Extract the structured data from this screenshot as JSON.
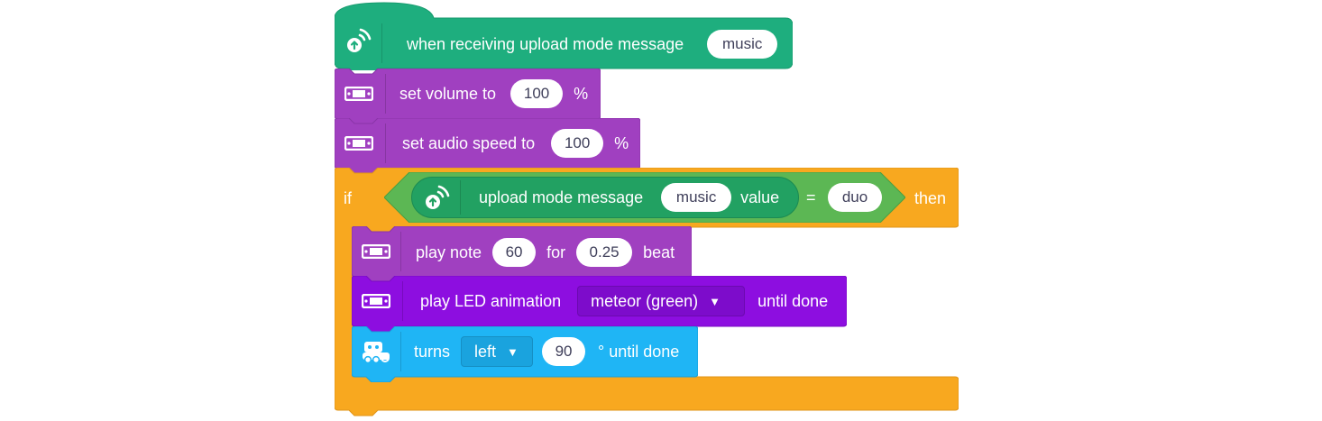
{
  "colors": {
    "events_green": "#1eae7e",
    "sensing_green": "#22a162",
    "speaker_purple": "#a040c0",
    "light_purple": "#8d0ee0",
    "motion_blue": "#1fb5f5",
    "control_orange": "#f8a81f"
  },
  "hat_block": {
    "icon": "wireless-upload-icon",
    "label": "when receiving upload mode message",
    "message": "music"
  },
  "set_volume": {
    "icon": "device-icon",
    "label": "set volume to",
    "value": "100",
    "unit": "%"
  },
  "set_audio_speed": {
    "icon": "device-icon",
    "label": "set audio speed to",
    "value": "100",
    "unit": "%"
  },
  "if_block": {
    "if_label": "if",
    "then_label": "then",
    "condition": {
      "reporter_icon": "wireless-upload-icon",
      "reporter_label": "upload mode message",
      "reporter_message": "music",
      "reporter_value_label": "value",
      "operator": "=",
      "compare_value": "duo"
    }
  },
  "play_note": {
    "icon": "device-icon",
    "label": "play note",
    "note": "60",
    "for_label": "for",
    "beats": "0.25",
    "beat_label": "beat"
  },
  "play_led": {
    "icon": "device-icon",
    "label": "play LED animation",
    "animation": "meteor (green)",
    "until_label": "until done"
  },
  "turns": {
    "icon": "robot-icon",
    "label": "turns",
    "direction": "left",
    "degrees": "90",
    "suffix": "° until done"
  }
}
